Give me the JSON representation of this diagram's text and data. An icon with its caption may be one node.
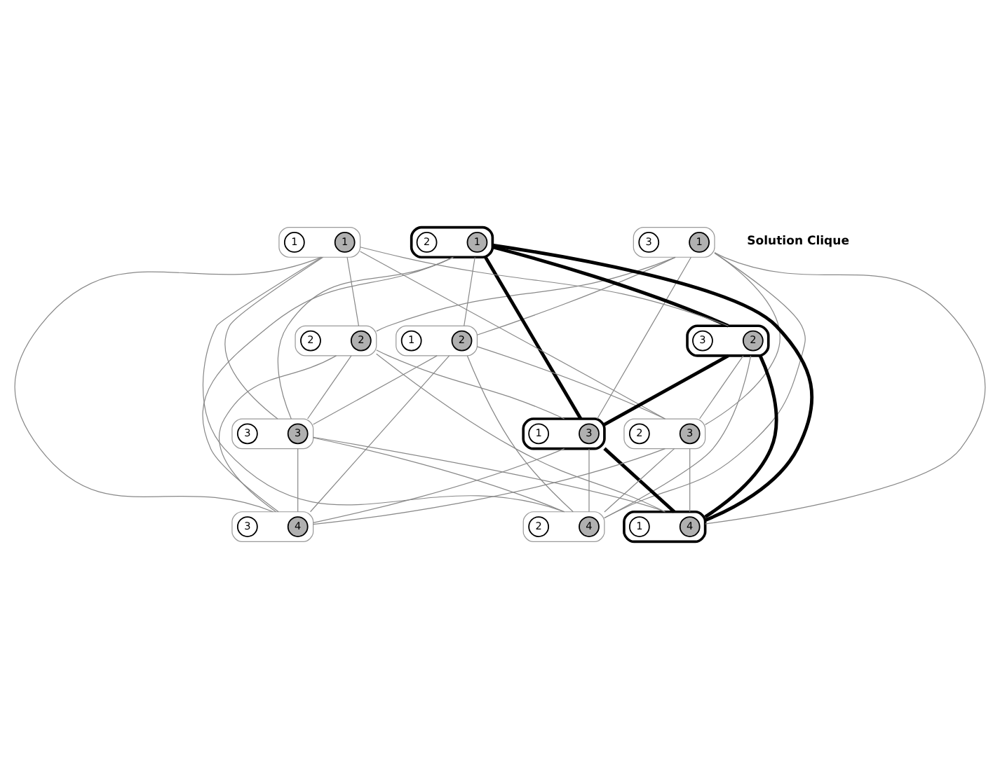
{
  "diagram": {
    "nodes": [
      {
        "text": [],
        "shape": "ellipse"
      },
      {
        "text": [
          "1"
        ],
        "in": 0
      },
      {
        "text": [
          "3"
        ],
        "in": 0
      },
      {
        "text": [],
        "shape": "ellipse"
      },
      {
        "text": [
          "1"
        ],
        "in": 3
      },
      {
        "text": [
          "2"
        ],
        "in": 3
      },
      {
        "text": [],
        "shape": "ellipse"
      },
      {
        "text": [
          "2"
        ],
        "in": 6
      },
      {
        "text": [
          "1"
        ],
        "in": 6
      },
      {
        "text": [],
        "shape": "ellipse"
      },
      {
        "text": [
          "1"
        ],
        "in": 9
      },
      {
        "text": [
          "1"
        ],
        "in": 9
      },
      {
        "text": [],
        "shape": "ellipse"
      },
      {
        "text": [
          "2"
        ],
        "in": 12
      },
      {
        "text": [
          "2"
        ],
        "in": 12
      },
      {
        "text": [],
        "shape": "ellipse"
      },
      {
        "text": [
          "2"
        ],
        "in": 15
      },
      {
        "text": [
          "3"
        ],
        "in": 15
      },
      {
        "text": [],
        "shape": "ellipse"
      },
      {
        "text": [
          "3"
        ],
        "in": 18
      },
      {
        "text": [
          "1"
        ],
        "in": 18
      },
      {
        "text": [],
        "shape": "ellipse"
      },
      {
        "text": [
          "3"
        ],
        "in": 21
      },
      {
        "text": [
          "2"
        ],
        "in": 21
      },
      {
        "text": [],
        "shape": "ellipse"
      },
      {
        "text": [
          "4"
        ],
        "in": 24
      },
      {
        "text": [
          "3"
        ],
        "in": 24
      },
      {
        "text": [],
        "shape": "ellipse"
      },
      {
        "text": [
          "3"
        ],
        "in": 27
      },
      {
        "text": [
          "3"
        ],
        "in": 27
      },
      {
        "text": [],
        "shape": "ellipse"
      },
      {
        "text": [
          "4"
        ],
        "in": 30
      },
      {
        "text": [
          "2"
        ],
        "in": 30
      },
      {
        "text": [],
        "shape": "ellipse"
      },
      {
        "text": [
          "4"
        ],
        "in": 33
      },
      {
        "text": [
          "1"
        ],
        "in": 33
      }
    ],
    "edges": [
      {
        "from": 9,
        "to": 12,
        "arrow": "none"
      },
      {
        "from": 9,
        "to": 15,
        "arrow": "none"
      },
      {
        "from": 3,
        "to": 6,
        "arrow": "none"
      },
      {
        "from": 3,
        "to": 15,
        "arrow": "none",
        "style": "thick",
        "color": "#000000"
      },
      {
        "from": 0,
        "to": 6,
        "arrow": "none"
      },
      {
        "from": 0,
        "to": 12,
        "arrow": "none"
      },
      {
        "from": 9,
        "to": 21,
        "arrow": "none"
      },
      {
        "from": 9,
        "to": 27,
        "arrow": "none"
      },
      {
        "from": 3,
        "to": 18,
        "arrow": "none",
        "style": "thick",
        "color": "#000000"
      },
      {
        "from": 3,
        "to": 27,
        "arrow": "none"
      },
      {
        "from": 0,
        "to": 18,
        "arrow": "none"
      },
      {
        "from": 0,
        "to": 21,
        "arrow": "none"
      },
      {
        "from": 9,
        "to": 30,
        "arrow": "none"
      },
      {
        "from": 9,
        "to": 24,
        "arrow": "none"
      },
      {
        "from": 3,
        "to": 33,
        "arrow": "none",
        "style": "thick",
        "color": "#000000"
      },
      {
        "from": 3,
        "to": 24,
        "arrow": "none"
      },
      {
        "from": 0,
        "to": 33,
        "arrow": "none"
      },
      {
        "from": 0,
        "to": 30,
        "arrow": "none"
      },
      {
        "from": 6,
        "to": 21,
        "arrow": "none"
      },
      {
        "from": 6,
        "to": 27,
        "arrow": "none"
      },
      {
        "from": 12,
        "to": 18,
        "arrow": "none"
      },
      {
        "from": 12,
        "to": 27,
        "arrow": "none"
      },
      {
        "from": 15,
        "to": 18,
        "arrow": "none",
        "style": "thick",
        "color": "#000000"
      },
      {
        "from": 15,
        "to": 21,
        "arrow": "none"
      },
      {
        "from": 6,
        "to": 30,
        "arrow": "none"
      },
      {
        "from": 6,
        "to": 24,
        "arrow": "none"
      },
      {
        "from": 12,
        "to": 33,
        "arrow": "none"
      },
      {
        "from": 12,
        "to": 24,
        "arrow": "none"
      },
      {
        "from": 15,
        "to": 33,
        "arrow": "none",
        "style": "thick",
        "color": "#000000"
      },
      {
        "from": 15,
        "to": 30,
        "arrow": "none"
      },
      {
        "from": 18,
        "to": 33,
        "arrow": "none",
        "style": "thick",
        "color": "#000000"
      },
      {
        "from": 18,
        "to": 30,
        "arrow": "none"
      },
      {
        "from": 18,
        "to": 24,
        "arrow": "none"
      },
      {
        "from": 21,
        "to": 33,
        "arrow": "none"
      },
      {
        "from": 21,
        "to": 30,
        "arrow": "none"
      },
      {
        "from": 21,
        "to": 24,
        "arrow": "none"
      },
      {
        "from": 27,
        "to": 33,
        "arrow": "none"
      },
      {
        "from": 27,
        "to": 30,
        "arrow": "none"
      },
      {
        "from": 27,
        "to": 24,
        "arrow": "none"
      }
    ],
    "labels": [
      "Solution Clique"
    ]
  }
}
